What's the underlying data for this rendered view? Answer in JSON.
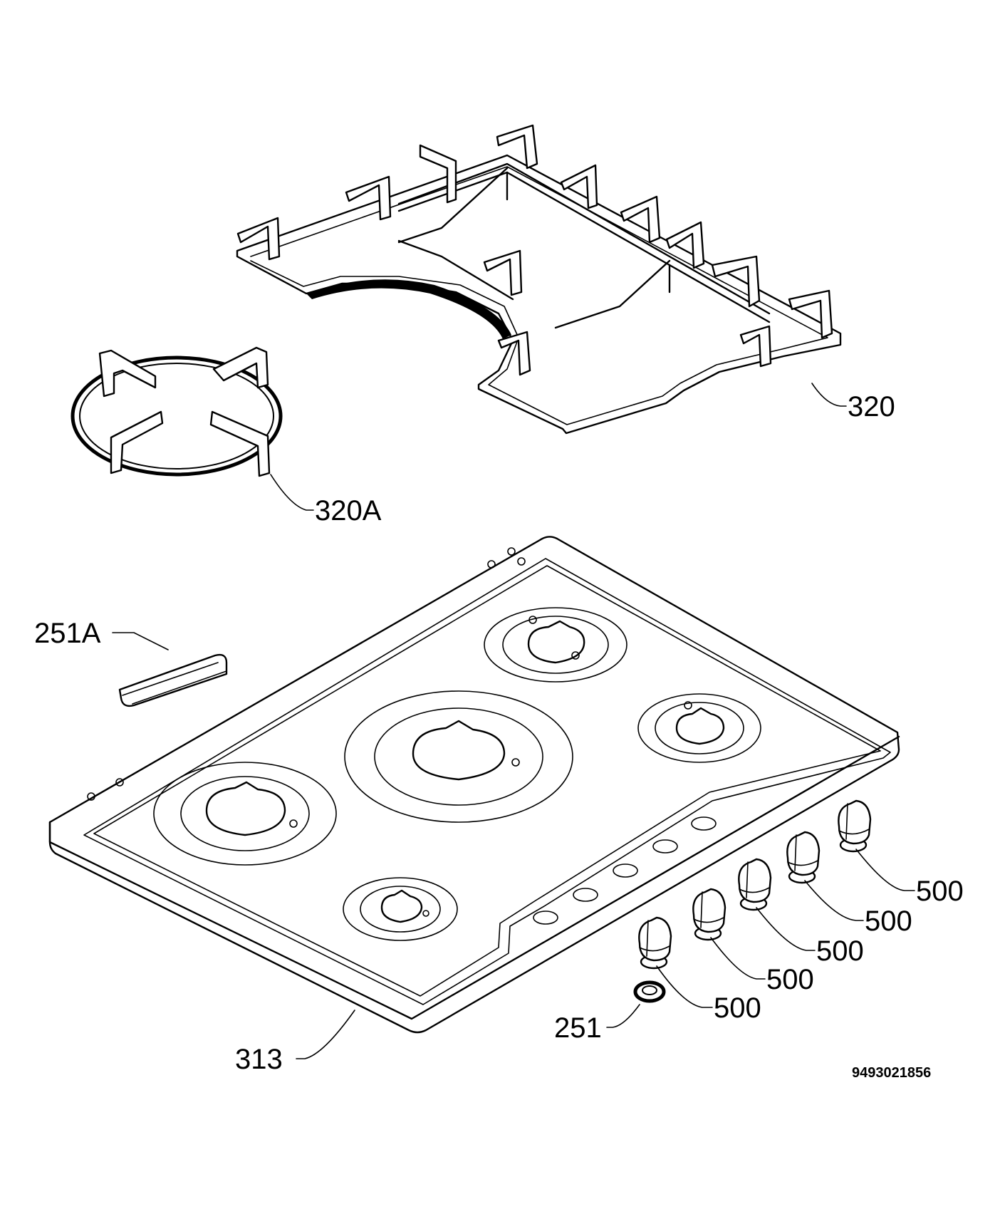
{
  "labels": {
    "grate_main": "320",
    "grate_ring": "320A",
    "clip": "251A",
    "hob": "313",
    "seal": "251",
    "knob": "500"
  },
  "drawing_code": "9493021856"
}
